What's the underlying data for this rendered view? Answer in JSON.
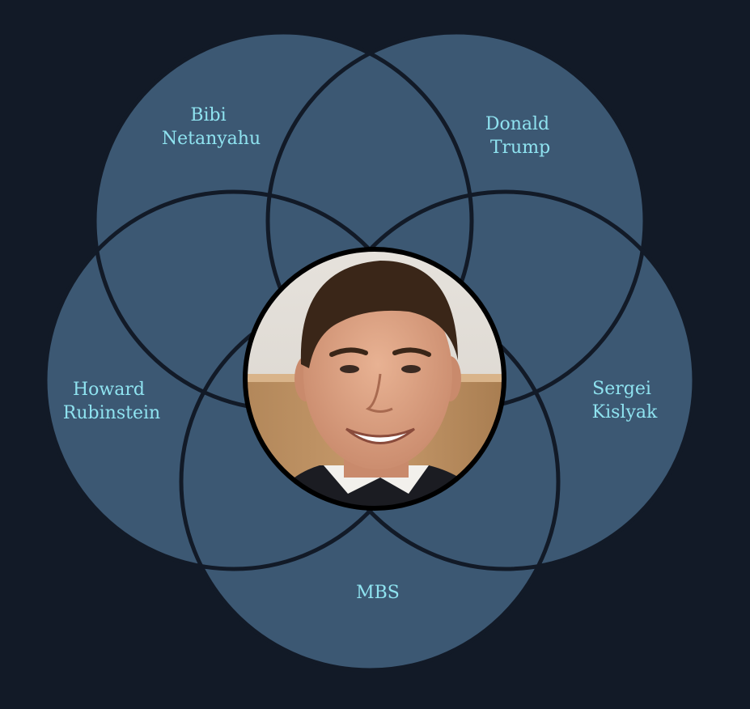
{
  "diagram": {
    "colors": {
      "background": "#121a27",
      "circle_fill": "#3c5873",
      "circle_stroke": "#121a27",
      "label": "#8fe3f0",
      "photo_ring": "#000000"
    },
    "sets": [
      {
        "id": "bibi",
        "lines": [
          "Bibi",
          "Netanyahu"
        ]
      },
      {
        "id": "trump",
        "lines": [
          "Donald",
          "Trump"
        ]
      },
      {
        "id": "howard",
        "lines": [
          "Howard",
          "Rubinstein"
        ]
      },
      {
        "id": "sergei",
        "lines": [
          "Sergei",
          "Kislyak"
        ]
      },
      {
        "id": "mbs",
        "lines": [
          "MBS"
        ]
      }
    ],
    "center": {
      "image": "portrait-photo",
      "description": "center-photo"
    }
  }
}
